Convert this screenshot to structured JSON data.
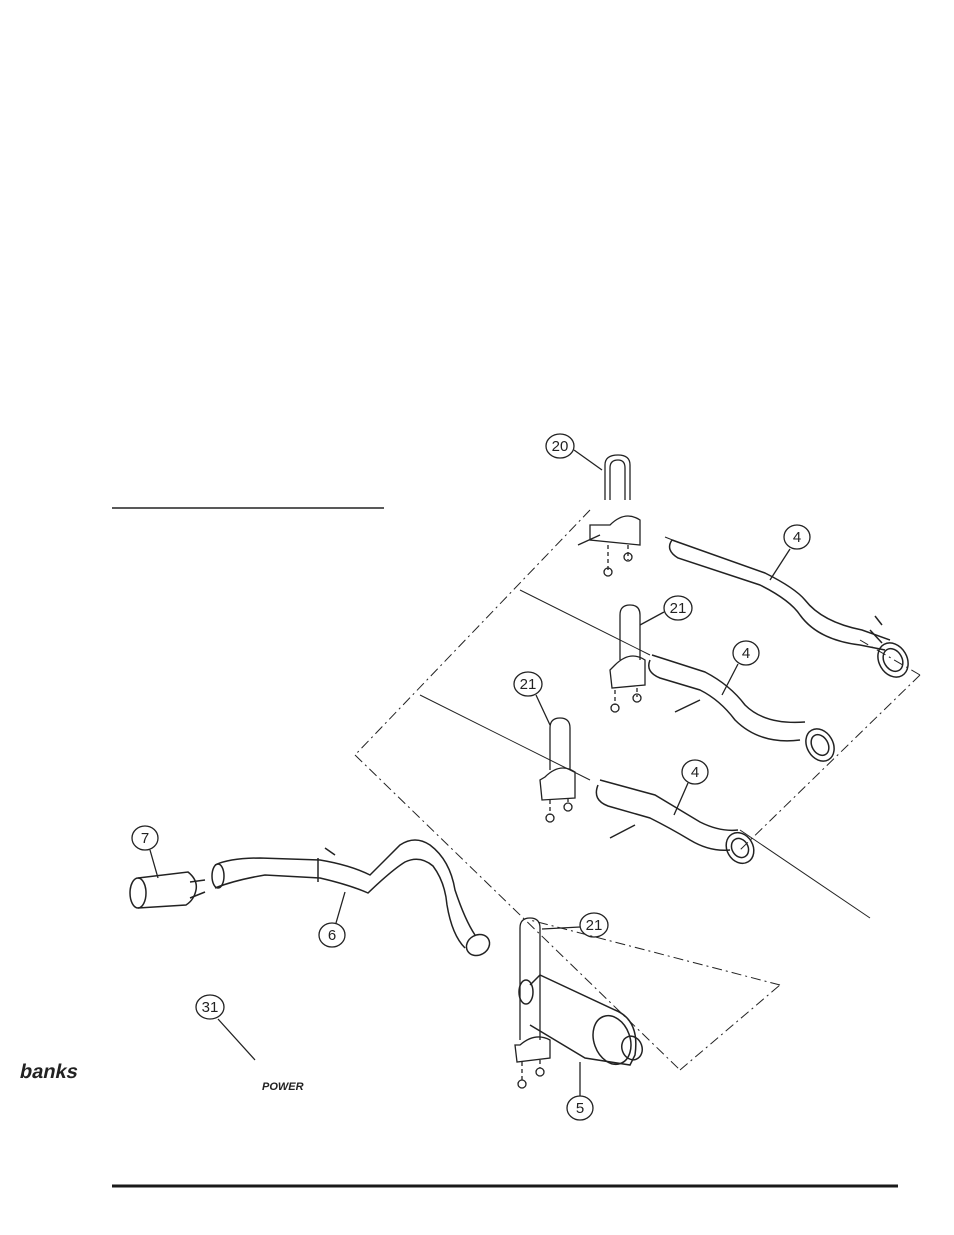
{
  "figure": {
    "callouts": [
      {
        "id": "c20",
        "label": "20",
        "part": "u-bolt-clamp"
      },
      {
        "id": "c4a",
        "label": "4",
        "part": "extension-pipe"
      },
      {
        "id": "c21a",
        "label": "21",
        "part": "u-bolt-clamp"
      },
      {
        "id": "c4b",
        "label": "4",
        "part": "extension-pipe"
      },
      {
        "id": "c21b",
        "label": "21",
        "part": "u-bolt-clamp"
      },
      {
        "id": "c4c",
        "label": "4",
        "part": "extension-pipe"
      },
      {
        "id": "c7",
        "label": "7",
        "part": "exhaust-tip"
      },
      {
        "id": "c6",
        "label": "6",
        "part": "tailpipe"
      },
      {
        "id": "c21c",
        "label": "21",
        "part": "u-bolt-clamp"
      },
      {
        "id": "c31",
        "label": "31",
        "part": "decal"
      },
      {
        "id": "c5",
        "label": "5",
        "part": "muffler"
      }
    ],
    "decal": {
      "line1": "banks",
      "line2": "POWER"
    }
  },
  "colors": {
    "line": "#222222",
    "rule": "#1a1a1a",
    "background": "#ffffff"
  }
}
